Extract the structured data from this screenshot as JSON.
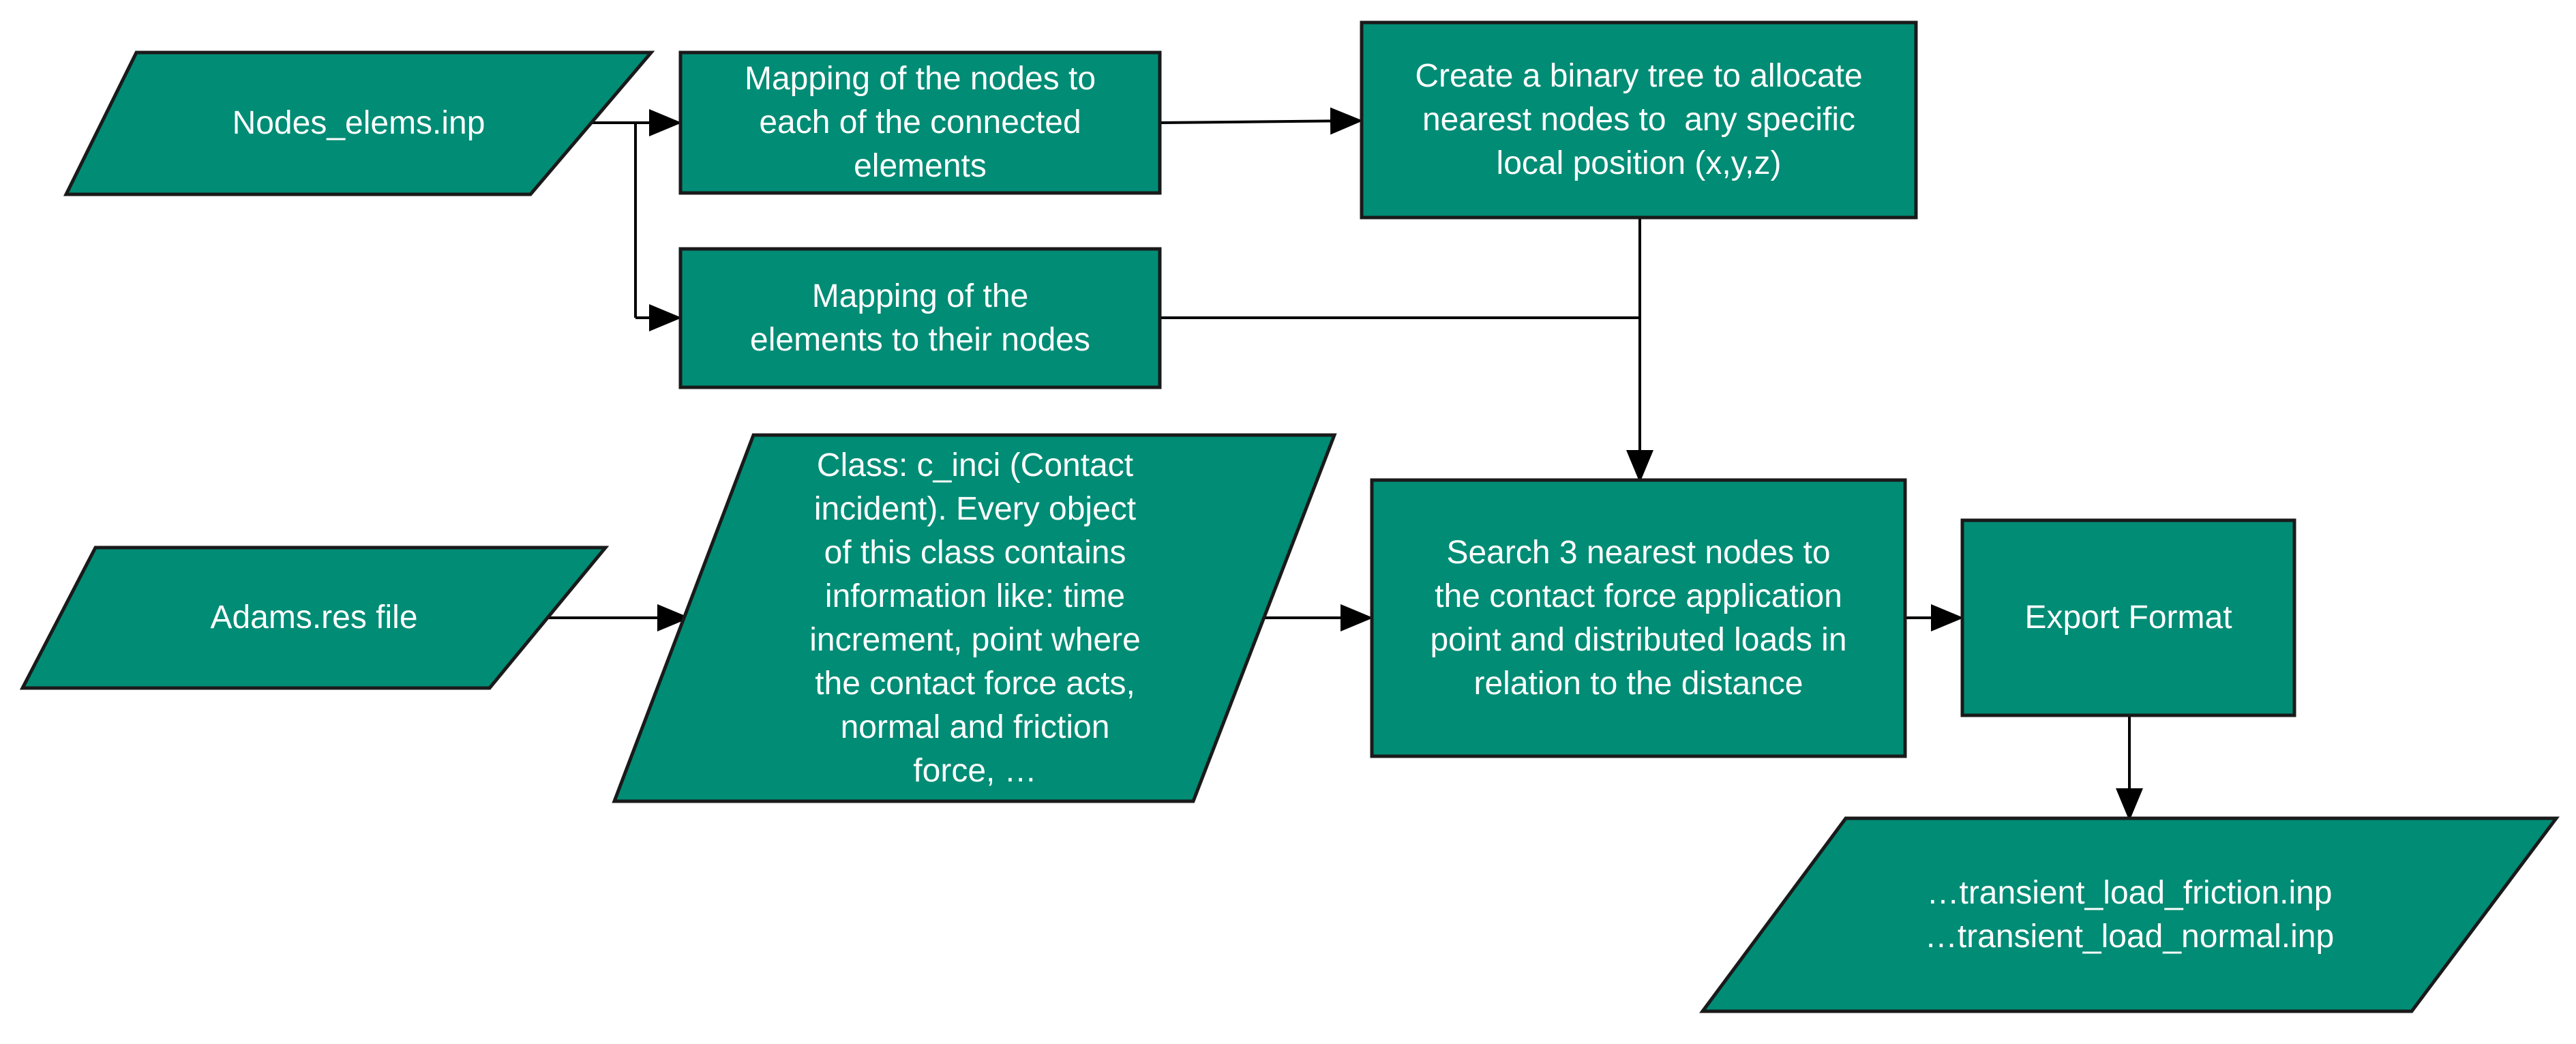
{
  "colors": {
    "node_fill": "#008C75",
    "node_border": "#1a1a1a",
    "text": "#ffffff",
    "connector": "#000000",
    "background": "#ffffff"
  },
  "nodes": {
    "nodes_elems_input": {
      "shape": "parallelogram",
      "lines": [
        "Nodes_elems.inp"
      ]
    },
    "map_nodes_to_elements": {
      "shape": "rectangle",
      "lines": [
        "Mapping of the nodes to",
        "each of the connected",
        "elements"
      ]
    },
    "binary_tree": {
      "shape": "rectangle",
      "lines": [
        "Create a binary tree to allocate",
        "nearest nodes to  any specific",
        "local position (x,y,z)"
      ]
    },
    "map_elements_to_nodes": {
      "shape": "rectangle",
      "lines": [
        "Mapping of the",
        "elements to their nodes"
      ]
    },
    "adams_res_input": {
      "shape": "parallelogram",
      "lines": [
        "Adams.res file"
      ]
    },
    "c_inci_class": {
      "shape": "parallelogram",
      "lines": [
        "Class: c_inci (Contact",
        "incident). Every object",
        "of this class contains",
        "information like: time",
        "increment, point where",
        "the contact force acts,",
        "normal and friction",
        "force, …"
      ]
    },
    "search_nearest_nodes": {
      "shape": "rectangle",
      "lines": [
        "Search 3 nearest nodes to",
        "the contact force application",
        "point and distributed loads in",
        "relation to the distance"
      ]
    },
    "export_format": {
      "shape": "rectangle",
      "lines": [
        "Export Format"
      ]
    },
    "output_files": {
      "shape": "parallelogram",
      "lines": [
        "…transient_load_friction.inp",
        "…transient_load_normal.inp"
      ]
    }
  },
  "edges": [
    {
      "from": "nodes_elems_input",
      "to": "map_nodes_to_elements"
    },
    {
      "from": "nodes_elems_input",
      "to": "map_elements_to_nodes"
    },
    {
      "from": "map_nodes_to_elements",
      "to": "binary_tree"
    },
    {
      "from": "binary_tree",
      "to": "search_nearest_nodes"
    },
    {
      "from": "map_elements_to_nodes",
      "to": "search_nearest_nodes"
    },
    {
      "from": "adams_res_input",
      "to": "c_inci_class"
    },
    {
      "from": "c_inci_class",
      "to": "search_nearest_nodes"
    },
    {
      "from": "search_nearest_nodes",
      "to": "export_format"
    },
    {
      "from": "export_format",
      "to": "output_files"
    }
  ]
}
